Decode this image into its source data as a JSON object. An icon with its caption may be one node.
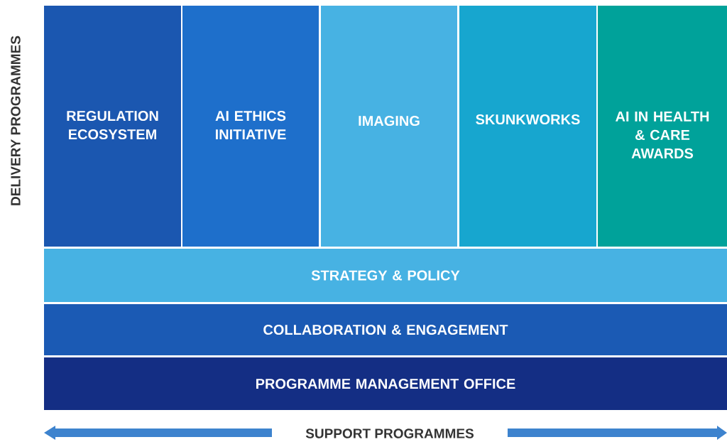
{
  "diagram": {
    "nodes": [
      {
        "text": [
          "REGULATION ECOSYSTEM"
        ]
      },
      {
        "text": [
          "AI ETHICS INITIATIVE"
        ]
      },
      {
        "text": [
          "IMAGING"
        ]
      },
      {
        "text": [
          "SKUNKWORKS"
        ]
      },
      {
        "text": [
          "AI IN HEALTH & CARE AWARDS"
        ]
      },
      {
        "text": [
          "STRATEGY & POLICY"
        ]
      },
      {
        "text": [
          "COLLABORATION & ENGAGEMENT"
        ]
      },
      {
        "text": [
          "PROGRAMME MANAGEMENT OFFICE"
        ]
      }
    ],
    "labels": [
      "DELIVERY PROGRAMMES",
      "SUPPORT PROGRAMMES"
    ]
  }
}
